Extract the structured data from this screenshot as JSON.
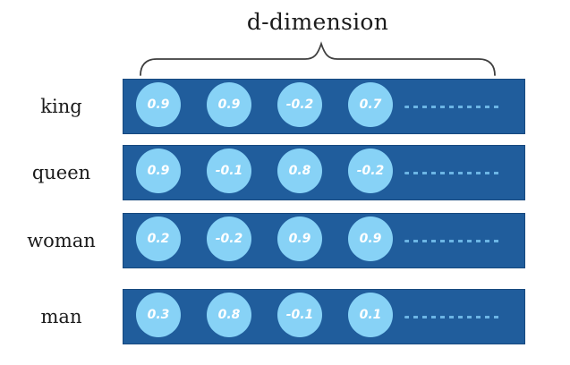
{
  "title": "d-dimension",
  "colors": {
    "background": "#ffffff",
    "bar": "#205d9c",
    "bar-border": "#17497e",
    "circle": "#87d2f6",
    "circle-text": "#ffffff",
    "dots": "#6cb5e5",
    "text": "#1b1b1b",
    "brace": "#3f3f3f"
  },
  "rows": [
    {
      "label": "king",
      "values": [
        "0.9",
        "0.9",
        "-0.2",
        "0.7"
      ]
    },
    {
      "label": "queen",
      "values": [
        "0.9",
        "-0.1",
        "0.8",
        "-0.2"
      ]
    },
    {
      "label": "woman",
      "values": [
        "0.2",
        "-0.2",
        "0.9",
        "0.9"
      ]
    },
    {
      "label": "man",
      "values": [
        "0.3",
        "0.8",
        "-0.1",
        "0.1"
      ]
    }
  ]
}
